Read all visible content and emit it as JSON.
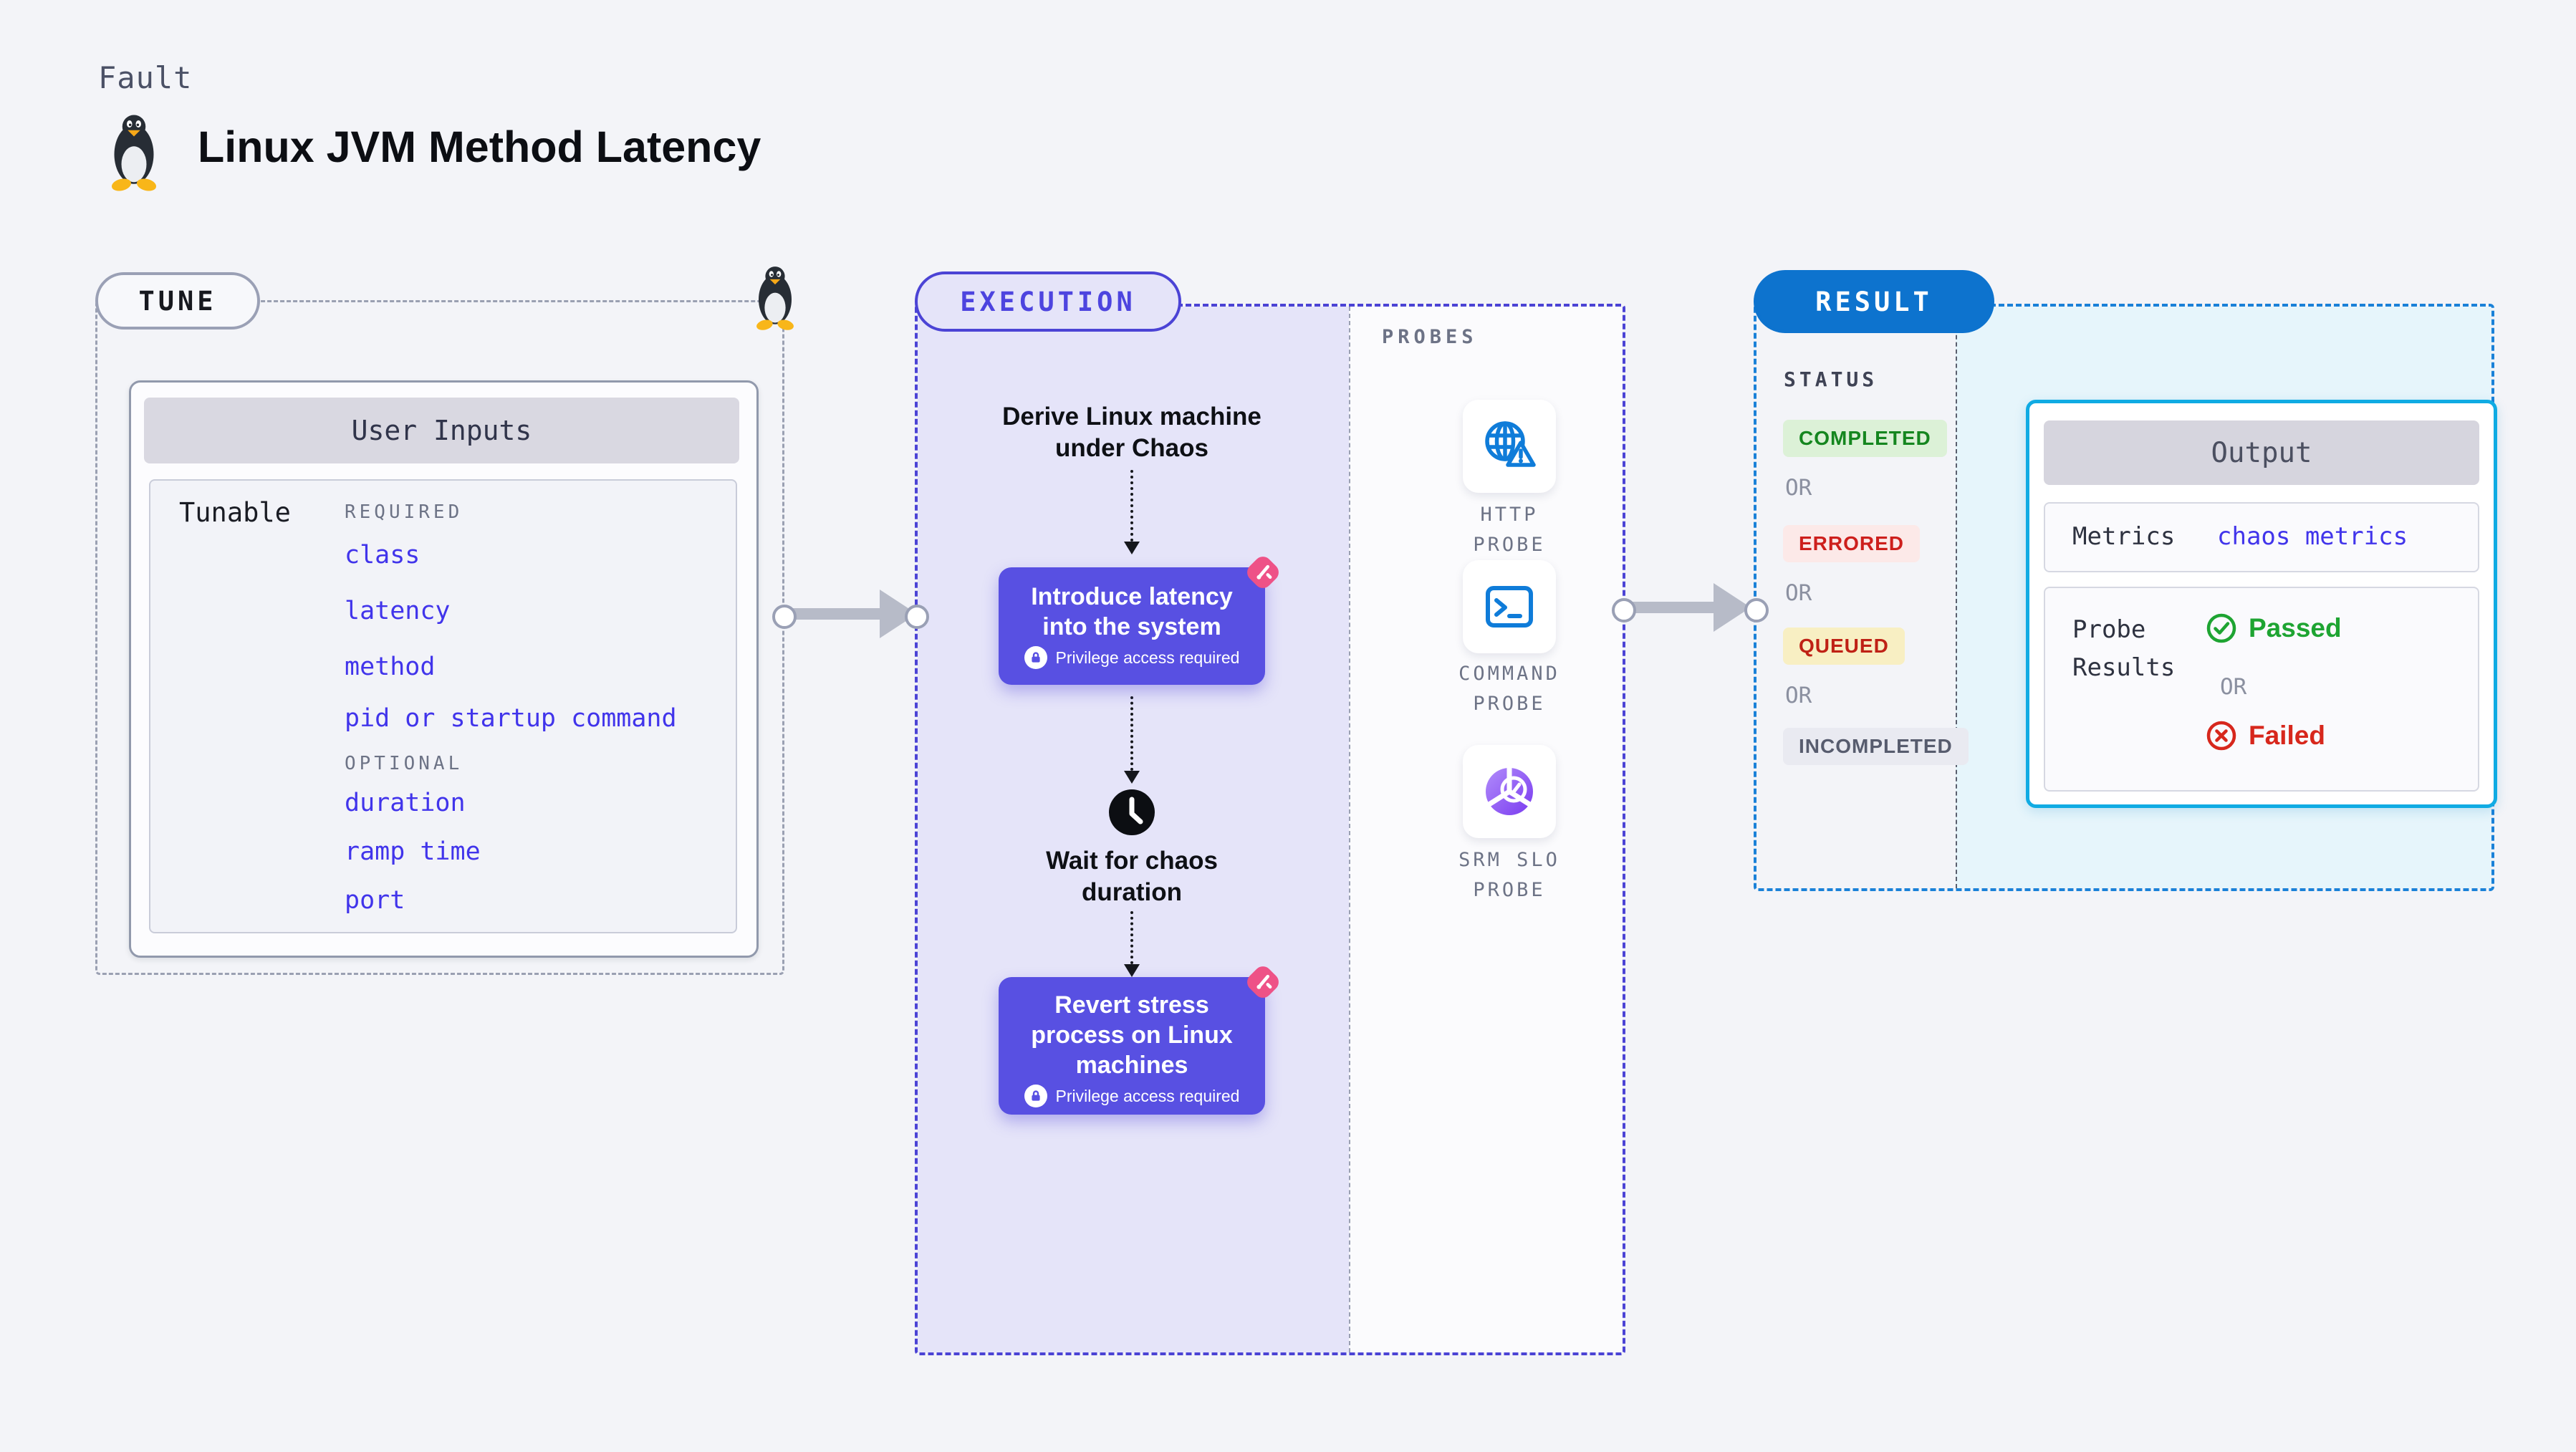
{
  "page": {
    "kicker": "Fault",
    "title": "Linux JVM Method Latency"
  },
  "tune": {
    "label": "TUNE",
    "card_title": "User Inputs",
    "row_label": "Tunable",
    "required_heading": "REQUIRED",
    "required": [
      "class",
      "latency",
      "method",
      "pid or startup command"
    ],
    "optional_heading": "OPTIONAL",
    "optional": [
      "duration",
      "ramp time",
      "port"
    ]
  },
  "execution": {
    "label": "EXECUTION",
    "derive_step": "Derive Linux machine under Chaos",
    "introduce_step": "Introduce latency into the system",
    "privilege_note": "Privilege access required",
    "wait_step": "Wait for chaos duration",
    "revert_step": "Revert stress process on Linux machines"
  },
  "probes": {
    "label": "PROBES",
    "items": [
      {
        "name": "HTTP PROBE",
        "icon": "globe-alert-icon"
      },
      {
        "name": "COMMAND PROBE",
        "icon": "terminal-icon"
      },
      {
        "name": "SRM SLO PROBE",
        "icon": "slo-donut-icon"
      }
    ]
  },
  "result": {
    "label": "RESULT",
    "status_heading": "STATUS",
    "or_label": "OR",
    "statuses": [
      {
        "text": "COMPLETED",
        "fg": "#15861f",
        "bg": "#dcf1d7"
      },
      {
        "text": "ERRORED",
        "fg": "#cd1f1c",
        "bg": "#fce9e8"
      },
      {
        "text": "QUEUED",
        "fg": "#bf2115",
        "bg": "#f8efc3"
      },
      {
        "text": "INCOMPLETED",
        "fg": "#575c6e",
        "bg": "#e9eaf1"
      }
    ],
    "output": {
      "title": "Output",
      "metrics_label": "Metrics",
      "metrics_value": "chaos metrics",
      "probe_results_label": "Probe Results",
      "passed_label": "Passed",
      "or_label": "OR",
      "failed_label": "Failed"
    }
  },
  "colors": {
    "accent_purple": "#5850e2",
    "accent_blue": "#0d73ce",
    "cyan_border": "#10abe3",
    "link_blue": "#4134eb",
    "passed_green": "#1ea432",
    "failed_red": "#d7271c",
    "pink_badge": "#ee5287"
  }
}
